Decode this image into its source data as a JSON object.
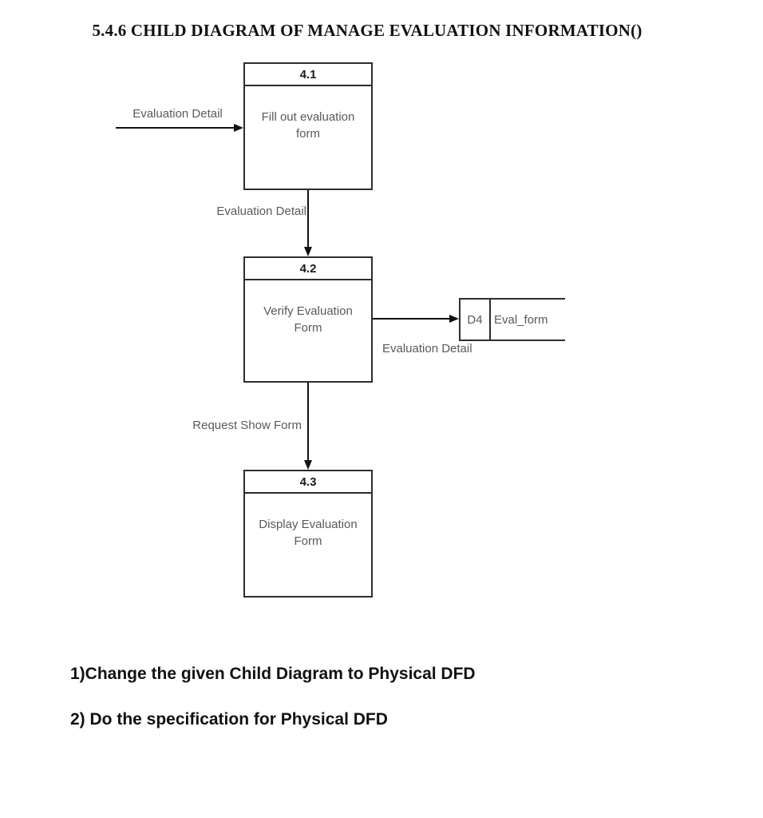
{
  "title": "5.4.6 CHILD DIAGRAM OF MANAGE EVALUATION INFORMATION()",
  "diagram": {
    "type": "data-flow-diagram",
    "processes": [
      {
        "id": "4.1",
        "label": "Fill out evaluation form"
      },
      {
        "id": "4.2",
        "label": "Verify Evaluation Form"
      },
      {
        "id": "4.3",
        "label": "Display Evaluation Form"
      }
    ],
    "data_store": {
      "id": "D4",
      "name": "Eval_form"
    },
    "flows": [
      {
        "label": "Evaluation Detail",
        "from": "external",
        "to": "4.1"
      },
      {
        "label": "Evaluation Detail",
        "from": "4.1",
        "to": "4.2"
      },
      {
        "label": "Evaluation Detail",
        "from": "4.2",
        "to": "D4"
      },
      {
        "label": "Request Show Form",
        "from": "4.2",
        "to": "4.3"
      }
    ],
    "colors": {
      "background": "#ffffff",
      "box_border": "#2d2d2d",
      "arrow": "#111111",
      "label_text": "#595959",
      "header_text": "#1a1a1a"
    }
  },
  "notes": [
    "1)Change the given Child Diagram to Physical DFD",
    "2) Do the specification for Physical DFD"
  ]
}
